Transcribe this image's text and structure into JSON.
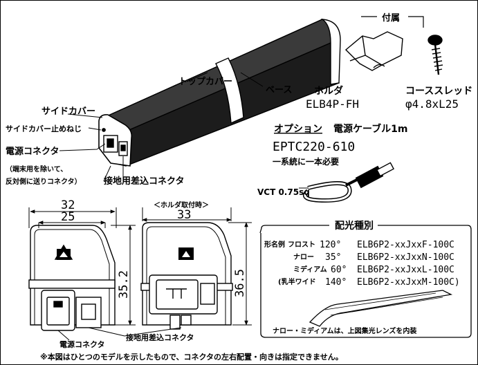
{
  "labels": {
    "top_cover": "トップカバー",
    "base": "ベース",
    "holder": "ホルダ",
    "holder_model": "ELB4P-FH",
    "screw": "コーススレッド",
    "screw_size": "φ4.8xL25",
    "accessories": "付属",
    "side_cover": "サイドカバー",
    "side_cover_screw": "サイドカバー止めねじ",
    "power_connector": "電源コネクタ",
    "connector_note_1": "（端末用を除いて、",
    "connector_note_2": "反対側に送りコネクタ）",
    "ground_connector": "接地用差込コネクタ",
    "option_label": "オプション",
    "power_cable": "電源ケーブル1m",
    "cable_model": "EPTC220-610",
    "cable_note": "一系統に一本必要",
    "vct": "VCT 0.75sq",
    "holder_attached": "＜ホルダ取付時＞",
    "bottom_power_connector": "電源コネクタ",
    "bottom_ground_connector": "接地用差込コネクタ",
    "footnote": "※本図はひとつのモデルを示したもので、コネクタの左右配置・向きは指定できません。"
  },
  "dimensions": {
    "width_outer": "32",
    "width_inner": "25",
    "height_left": "35.2",
    "width_holder": "33",
    "height_holder": "36.5"
  },
  "distribution": {
    "title": "配光種別",
    "header_label": "形名例",
    "rows": [
      {
        "name": "フロスト",
        "angle": "120°",
        "model": "ELB6P2-xxJxxF-100C"
      },
      {
        "name": "ナロー",
        "angle": "35°",
        "model": "ELB6P2-xxJxxN-100C"
      },
      {
        "name": "ミディアム",
        "angle": "60°",
        "model": "ELB6P2-xxJxxL-100C"
      },
      {
        "name": "(乳半ワイド",
        "angle": "140°",
        "model": "ELB6P2-xxJxxM-100C)"
      }
    ],
    "lens_note": "ナロー・ミディアムは、上図集光レンズを内装"
  }
}
